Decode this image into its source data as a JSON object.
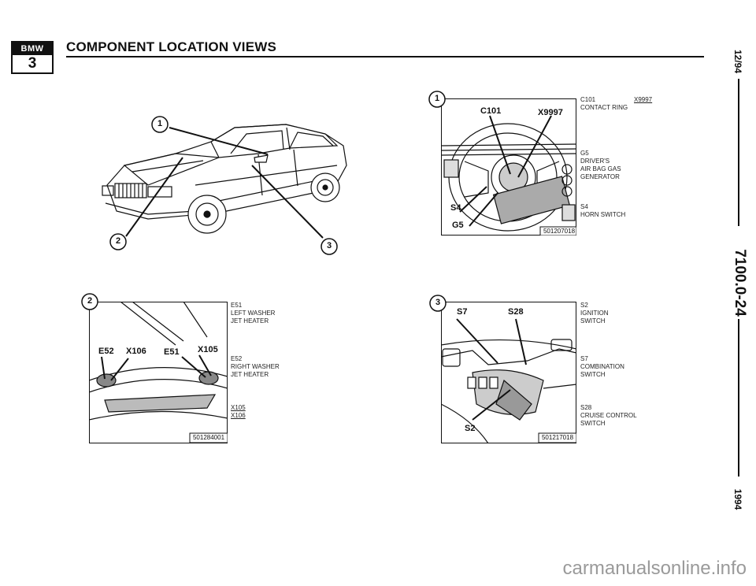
{
  "header": {
    "logo_brand": "BMW",
    "logo_series": "3",
    "title": "COMPONENT LOCATION VIEWS"
  },
  "margin": {
    "date": "12/94",
    "section": "7100.0-24",
    "year": "1994"
  },
  "view_overview": {
    "callouts": [
      "1",
      "2",
      "3"
    ]
  },
  "view_1": {
    "number": "1",
    "photo_labels": [
      "C101",
      "X9997",
      "S4",
      "G5"
    ],
    "image_id": "501207018",
    "legend": [
      {
        "code": "C101",
        "desc": [
          "CONTACT RING"
        ],
        "extra": "X9997"
      },
      {
        "code": "G5",
        "desc": [
          "DRIVER'S",
          "AIR BAG GAS",
          "GENERATOR"
        ]
      },
      {
        "code": "S4",
        "desc": [
          "HORN SWITCH"
        ]
      }
    ]
  },
  "view_2": {
    "number": "2",
    "photo_labels": [
      "E52",
      "X106",
      "E51",
      "X105"
    ],
    "image_id": "501284001",
    "legend": [
      {
        "code": "E51",
        "desc": [
          "LEFT WASHER",
          "JET HEATER"
        ]
      },
      {
        "code": "E52",
        "desc": [
          "RIGHT WASHER",
          "JET HEATER"
        ]
      },
      {
        "code": "X105",
        "desc": []
      },
      {
        "code": "X106",
        "desc": []
      }
    ]
  },
  "view_3": {
    "number": "3",
    "photo_labels": [
      "S7",
      "S28",
      "S2"
    ],
    "image_id": "501217018",
    "legend": [
      {
        "code": "S2",
        "desc": [
          "IGNITION",
          "SWITCH"
        ]
      },
      {
        "code": "S7",
        "desc": [
          "COMBINATION",
          "SWITCH"
        ]
      },
      {
        "code": "S28",
        "desc": [
          "CRUISE CONTROL",
          "SWITCH"
        ]
      }
    ]
  },
  "watermark": "carmanualsonline.info"
}
